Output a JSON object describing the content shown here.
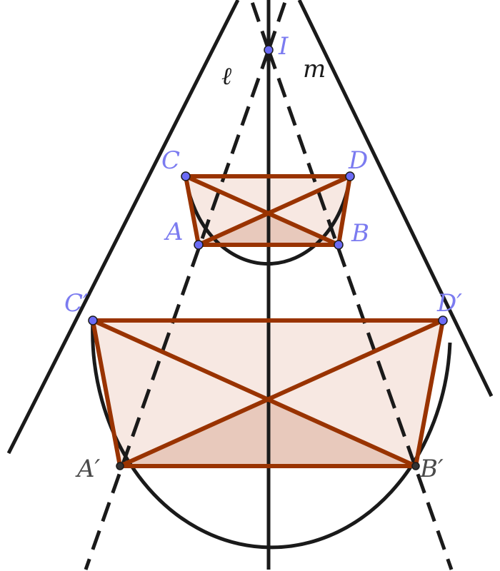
{
  "labels": {
    "I": "I",
    "ell": "ℓ",
    "m": "m",
    "C": "C",
    "D": "D",
    "A": "A",
    "B": "B",
    "C_prime": "C′",
    "D_prime": "D′",
    "A_prime": "A′",
    "B_prime": "B′"
  },
  "colors": {
    "line": "#1a1a1a",
    "polygon_stroke": "#993300",
    "polygon_fill": "#e8c9bc",
    "point_blue": "#6b6bf5",
    "point_dark": "#333333",
    "label_blue": "#7b7bf0",
    "label_dark": "#4a4a4a"
  }
}
